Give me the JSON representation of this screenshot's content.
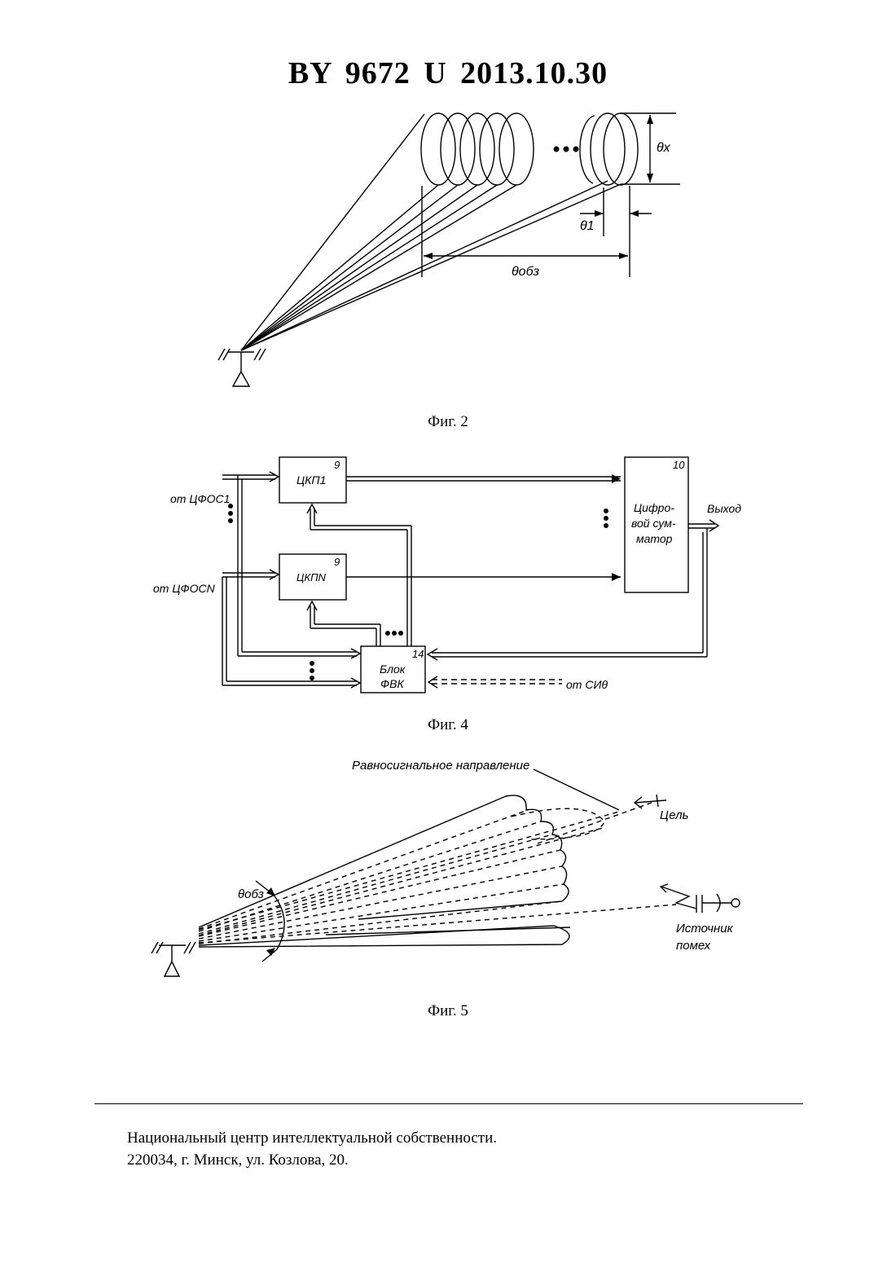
{
  "header": {
    "title": "BY 9672 U 2013.10.30"
  },
  "fig2": {
    "caption": "Фиг. 2",
    "label_theta_x": "θx",
    "label_theta_1": "θ1",
    "label_theta_obz": "θобз"
  },
  "fig4": {
    "caption": "Фиг. 4",
    "block_ckp1": "ЦКП1",
    "block_ckpn": "ЦКПN",
    "block_ckp1_num": "9",
    "block_ckpn_num": "9",
    "block_sum_num": "10",
    "block_fvk_num": "14",
    "sum_line1": "Цифро-",
    "sum_line2": "вой сум-",
    "sum_line3": "матор",
    "fvk_line1": "Блок",
    "fvk_line2": "ФВК",
    "input_1": "от ЦФОС1",
    "input_n": "от ЦФОСN",
    "output": "Выход",
    "input_si": "от СИθ"
  },
  "fig5": {
    "caption": "Фиг. 5",
    "label_direction": "Равносигнальное направление",
    "label_target": "Цель",
    "label_source_1": "Источник",
    "label_source_2": "помех",
    "label_theta_obz": "θобз"
  },
  "footer": {
    "line1": "Национальный центр интеллектуальной собственности.",
    "line2": "220034, г. Минск, ул. Козлова, 20."
  }
}
